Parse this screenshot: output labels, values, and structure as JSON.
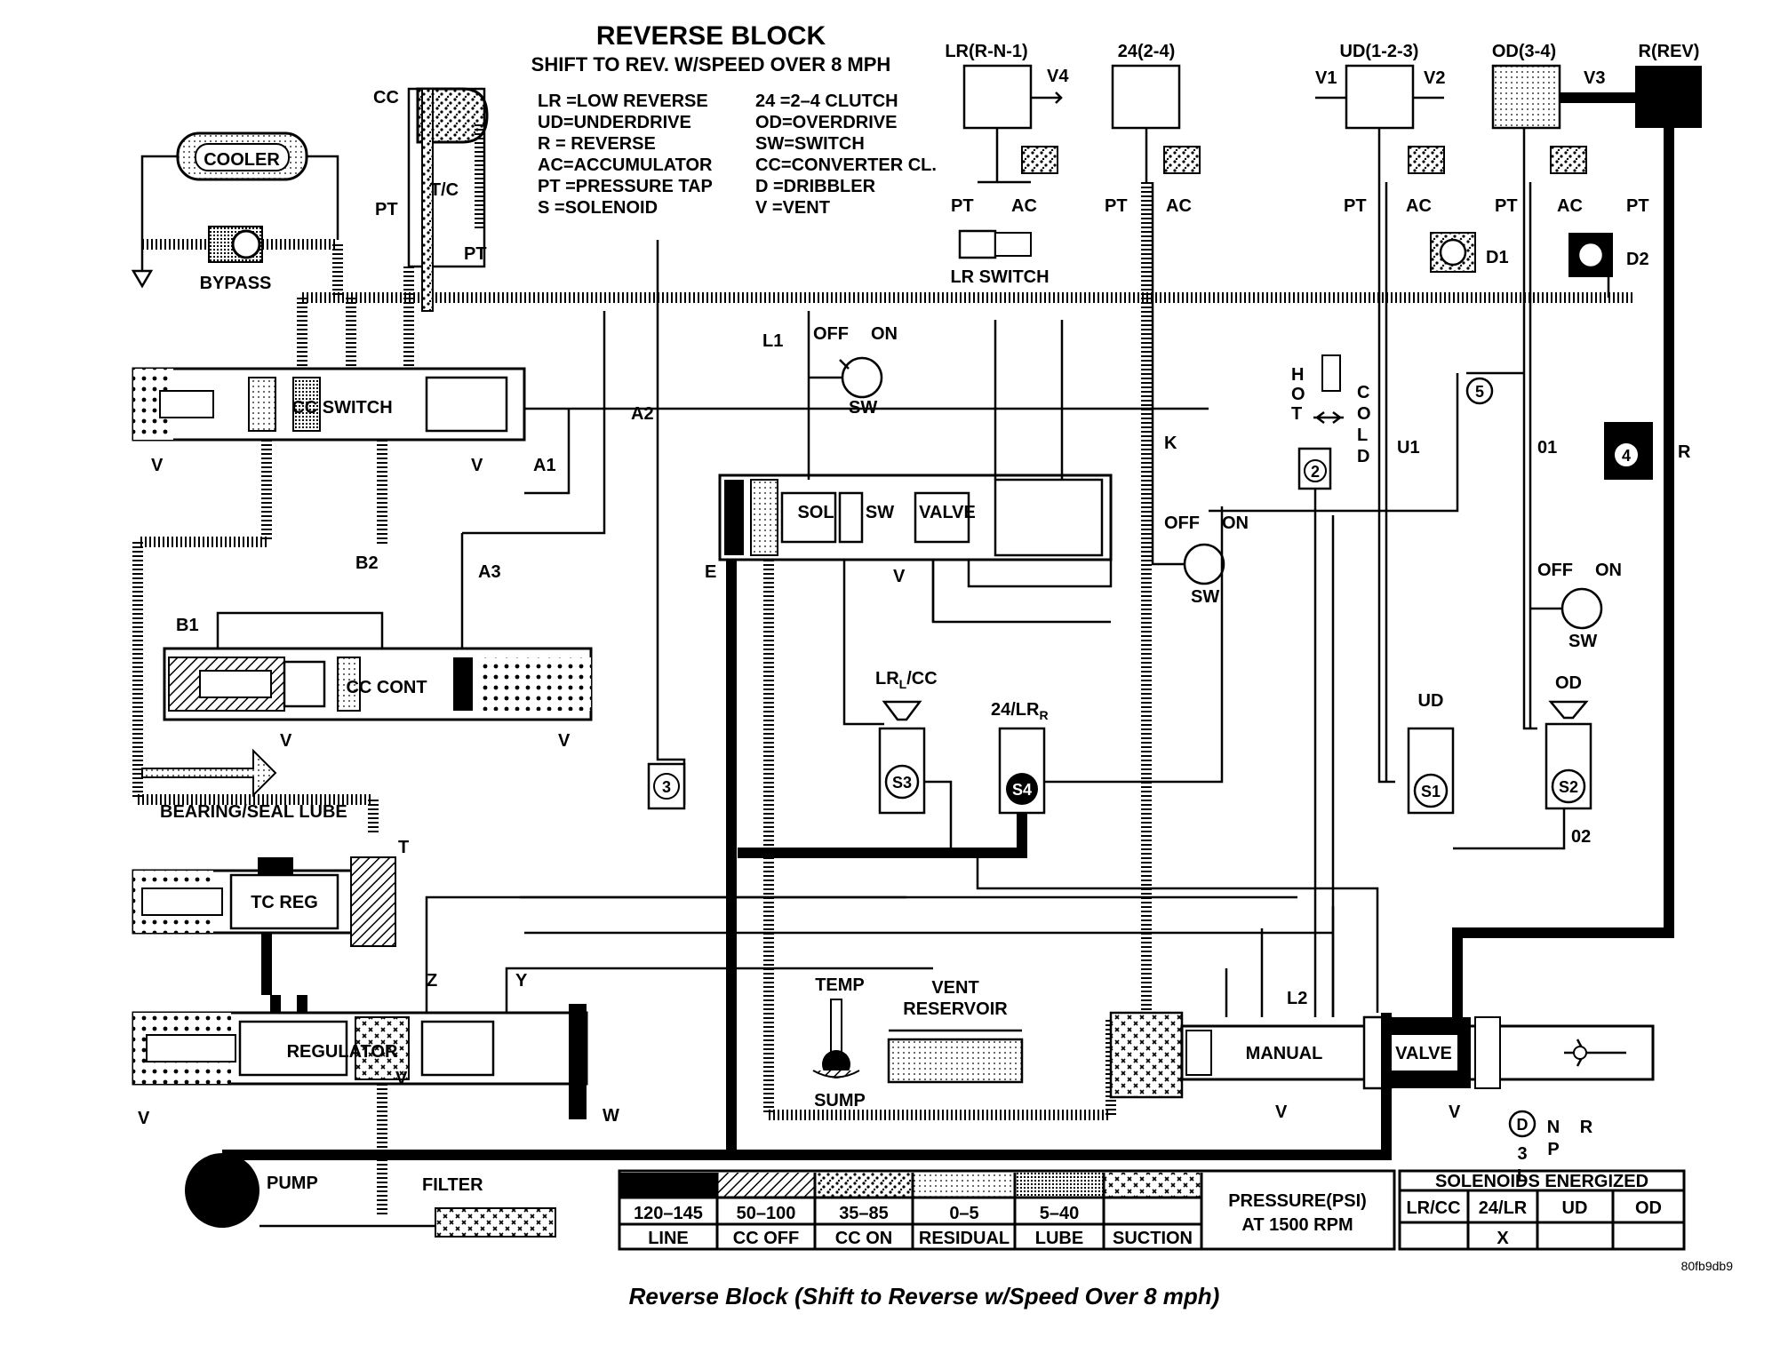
{
  "title": "REVERSE BLOCK",
  "subtitle": "SHIFT TO REV. W/SPEED OVER 8 MPH",
  "abbreviations_left": [
    "LR =LOW REVERSE",
    "UD=UNDERDRIVE",
    "R  = REVERSE",
    "AC=ACCUMULATOR",
    "PT =PRESSURE TAP",
    "S   =SOLENOID"
  ],
  "abbreviations_right": [
    "24  =2–4 CLUTCH",
    "OD=OVERDRIVE",
    "SW=SWITCH",
    "CC=CONVERTER CL.",
    "D   =DRIBBLER",
    "V   =VENT"
  ],
  "components": {
    "cooler": "COOLER",
    "bypass": "BYPASS",
    "cc": "CC",
    "tc": "T/C",
    "cc_switch": "CC SWITCH",
    "cc_cont": "CC CONT",
    "bearing_lube": "BEARING/SEAL LUBE",
    "tc_reg": "TC REG",
    "regulator": "REGULATOR",
    "pump": "PUMP",
    "filter": "FILTER",
    "temp": "TEMP",
    "sump": "SUMP",
    "vent": "VENT",
    "reservoir": "RESERVOIR",
    "manual": "MANUAL",
    "valve_right": "VALVE",
    "sol": "SOL",
    "sw": "SW",
    "valve": "VALVE",
    "lr_switch": "LR SWITCH"
  },
  "clutches": {
    "lr": "LR(R-N-1)",
    "c24": "24(2-4)",
    "ud": "UD(1-2-3)",
    "od": "OD(3-4)",
    "rev": "R(REV)"
  },
  "labels": {
    "pt": "PT",
    "ac": "AC",
    "v": "V",
    "v1": "V1",
    "v2": "V2",
    "v3": "V3",
    "v4": "V4",
    "d1": "D1",
    "d2": "D2",
    "a1": "A1",
    "a2": "A2",
    "a3": "A3",
    "b1": "B1",
    "b2": "B2",
    "l1": "L1",
    "l2": "L2",
    "e": "E",
    "k": "K",
    "u1": "U1",
    "o1": "01",
    "o2": "02",
    "r": "R",
    "t": "T",
    "w": "W",
    "y": "Y",
    "z": "Z",
    "off": "OFF",
    "on": "ON",
    "hot": [
      "H",
      "O",
      "T"
    ],
    "cold": [
      "C",
      "O",
      "L",
      "D"
    ],
    "lrcc": "LR",
    "lrcc_sub": "L",
    "lrcc_tail": "/CC",
    "c24lr": "24/LR",
    "c24lr_sub": "R",
    "ud": "UD",
    "od": "OD",
    "s1": "S1",
    "s2": "S2",
    "s3": "S3",
    "s4": "S4",
    "n2": "2",
    "n3": "3",
    "n4": "4",
    "n5": "5",
    "gear_d": "D",
    "gear_3": "3",
    "gear_l": "L",
    "gear_n": "N",
    "gear_p": "P",
    "gear_r": "R"
  },
  "pressure_legend": {
    "ranges": [
      "120–145",
      "50–100",
      "35–85",
      "0–5",
      "5–40",
      ""
    ],
    "names": [
      "LINE",
      "CC OFF",
      "CC ON",
      "RESIDUAL",
      "LUBE",
      "SUCTION"
    ],
    "title_line1": "PRESSURE(PSI)",
    "title_line2": "AT 1500 RPM"
  },
  "solenoid_table": {
    "title": "SOLENOIDS ENERGIZED",
    "headers": [
      "LR/CC",
      "24/LR",
      "UD",
      "OD"
    ],
    "values": [
      "",
      "X",
      "",
      ""
    ]
  },
  "figure_id": "80fb9db9",
  "caption": "Reverse Block (Shift to Reverse w/Speed Over 8 mph)"
}
